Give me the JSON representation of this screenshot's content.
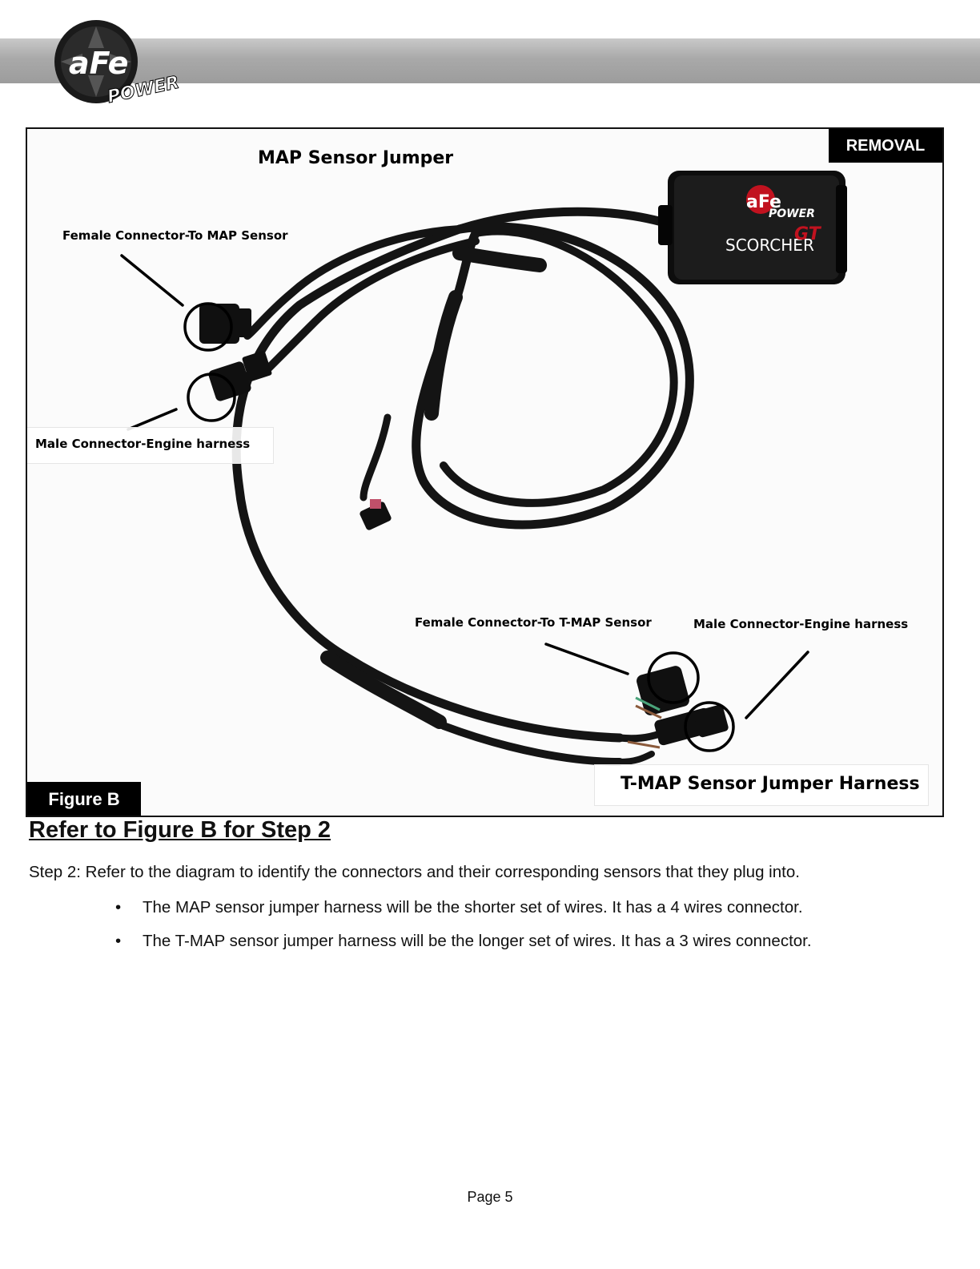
{
  "header": {
    "logo_icon": "afe-power-logo-icon",
    "logo_text_top": "aFe",
    "logo_text_bottom": "POWER",
    "bar_color": "#a6a6a6"
  },
  "figure": {
    "tag_removal": "REMOVAL",
    "tag_figure": "Figure B",
    "title_map": "MAP Sensor Jumper",
    "title_tmap": "T-MAP Sensor Jumper Harness",
    "label_female_map": "Female Connector-To MAP Sensor",
    "label_male_map": "Male Connector-Engine harness",
    "label_female_tmap": "Female Connector-To T-MAP Sensor",
    "label_male_tmap": "Male Connector-Engine harness",
    "module_brand_top": "aFe",
    "module_brand_bottom": "POWER",
    "module_product": "SCORCHER",
    "module_product_suffix": "GT"
  },
  "content": {
    "section_title": "Refer to Figure B for Step 2",
    "step_text": "Step 2: Refer to the diagram to identify the connectors and their corresponding sensors that they plug into.",
    "bullets": [
      "The MAP sensor jumper harness will be the shorter set of wires. It has a 4 wires connector.",
      "The T-MAP sensor jumper harness will be the longer set of wires. It has a 3 wires connector."
    ],
    "bullet_glyph": "•"
  },
  "footer": {
    "page": "Page 5"
  }
}
